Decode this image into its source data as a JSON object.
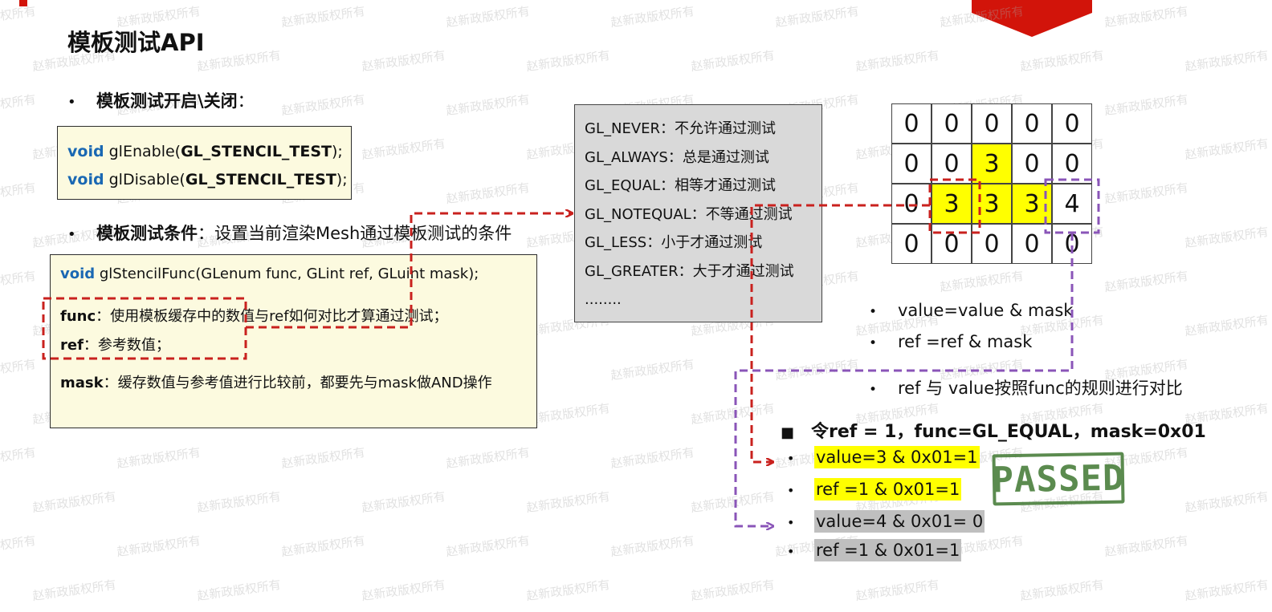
{
  "slide": {
    "title": "模板测试API",
    "watermark": "赵新政版权所有",
    "accent_color": "#d2140a"
  },
  "enable_section": {
    "heading": "模板测试开启\\关闭",
    "colon": "：",
    "line1": {
      "kw": "void",
      "pre": " glEnable(",
      "arg": "GL_STENCIL_TEST",
      "post": ");"
    },
    "line2": {
      "kw": "void",
      "pre": " glDisable(",
      "arg": "GL_STENCIL_TEST",
      "post": ");"
    }
  },
  "condition_section": {
    "heading": "模板测试条件",
    "desc": "：设置当前渲染Mesh通过模板测试的条件",
    "signature_kw": "void",
    "signature_rest": " glStencilFunc(GLenum func, GLint ref, GLuint mask);",
    "func_label": "func",
    "func_desc": "：使用模板缓存中的数值与ref如何对比才算通过测试；",
    "ref_label": "ref",
    "ref_desc": "：参考数值；",
    "mask_label": "mask",
    "mask_desc": "：缓存数值与参考值进行比较前，都要先与mask做AND操作"
  },
  "func_list": [
    "GL_NEVER：不允许通过测试",
    "GL_ALWAYS：总是通过测试",
    "GL_EQUAL：相等才通过测试",
    "GL_NOTEQUAL：不等通过测试",
    "GL_LESS：小于才通过测试",
    "GL_GREATER：大于才通过测试",
    "........"
  ],
  "stencil_grid": {
    "rows": [
      [
        "0",
        "0",
        "0",
        "0",
        "0"
      ],
      [
        "0",
        "0",
        "3",
        "0",
        "0"
      ],
      [
        "0",
        "3",
        "3",
        "3",
        "4"
      ],
      [
        "0",
        "0",
        "0",
        "0",
        "0"
      ]
    ],
    "highlight": [
      [
        1,
        2
      ],
      [
        2,
        1
      ],
      [
        2,
        2
      ],
      [
        2,
        3
      ]
    ],
    "highlight_color": "#ffff00"
  },
  "rules": [
    "value=value & mask",
    "ref =ref & mask",
    "ref 与 value按照func的规则进行对比"
  ],
  "example": {
    "heading": "令ref = 1，func=GL_EQUAL，mask=0x01",
    "items": [
      {
        "text": "value=3 & 0x01=1",
        "style": "y"
      },
      {
        "text": "ref =1 & 0x01=1",
        "style": "y"
      },
      {
        "text": "value=4 & 0x01= 0",
        "style": "g"
      },
      {
        "text": "ref =1 & 0x01=1",
        "style": "g"
      }
    ],
    "stamp": "PASSED",
    "stamp_color": "#4a7f3c"
  },
  "connector_colors": {
    "red": "#c9211e",
    "purple": "#8a55b8"
  }
}
